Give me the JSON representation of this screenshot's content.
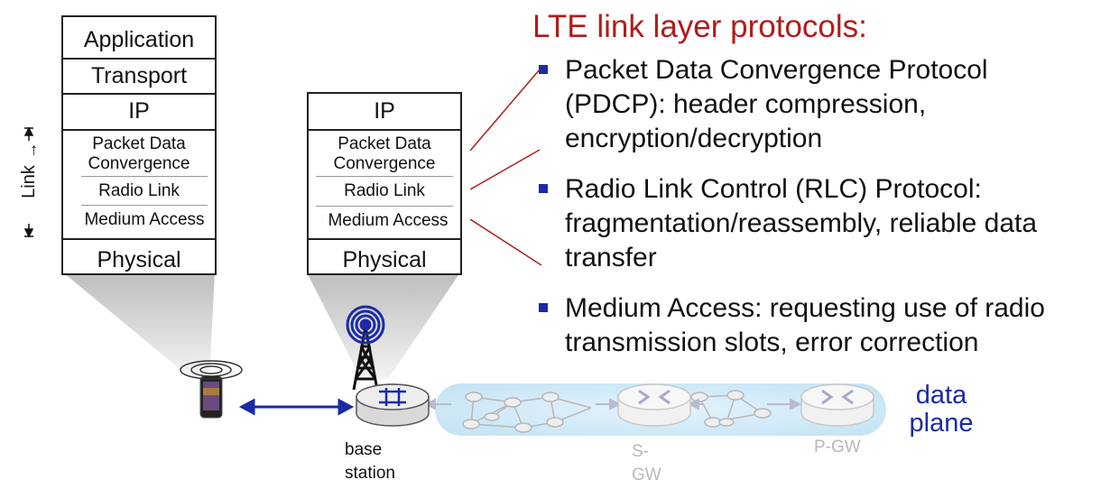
{
  "title": "LTE link layer protocols:",
  "device_stack": {
    "layers": [
      "Application",
      "Transport",
      "IP",
      "Physical"
    ],
    "link_sublayers": [
      "Packet Data Convergence",
      "Radio Link",
      "Medium Access"
    ]
  },
  "base_stack": {
    "layers": [
      "IP",
      "Physical"
    ],
    "link_sublayers": [
      "Packet Data Convergence",
      "Radio Link",
      "Medium Access"
    ]
  },
  "link_brace_label": "Link",
  "bullets": [
    {
      "lines": [
        "Packet Data Convergence Protocol",
        "(PDCP): header compression,",
        "encryption/decryption"
      ]
    },
    {
      "lines": [
        "Radio Link Control (RLC) Protocol:",
        "fragmentation/reassembly, reliable data",
        "transfer"
      ]
    },
    {
      "lines": [
        "Medium Access: requesting use of radio",
        "transmission slots, error correction"
      ]
    }
  ],
  "network": {
    "base_station_label": [
      "base",
      "station"
    ],
    "sgw_label": [
      "S-",
      "GW"
    ],
    "pgw_label": "P-GW",
    "data_plane_label": [
      "data",
      "plane"
    ]
  },
  "colors": {
    "title": "#b01c1c",
    "bullet_square": "#1a2aa8",
    "data_plane": "#1a2aa8",
    "callout_line": "#b01c1c",
    "arrow": "#1a2aa8",
    "faded_plane": "#cfe8f7"
  }
}
